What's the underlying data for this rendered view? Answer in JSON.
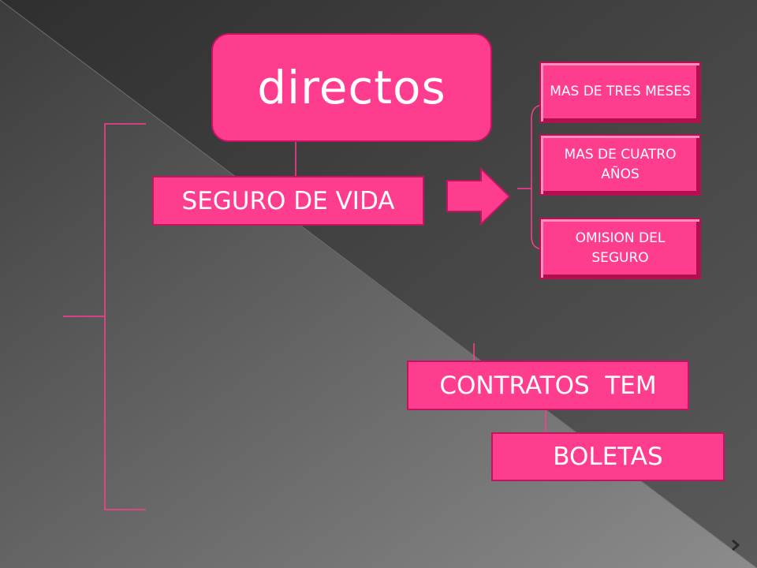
{
  "diagram": {
    "title": "directos",
    "main_node": "SEGURO DE VIDA",
    "sub_nodes": [
      "MAS DE TRES MESES",
      "MAS DE CUATRO AÑOS",
      "OMISION DEL SEGURO"
    ],
    "contratos": "CONTRATOS  TEM",
    "boletas": "BOLETAS"
  },
  "colors": {
    "box_fill": "#ff3d8f",
    "box_border": "#c4145f",
    "connector": "#ff3d8f",
    "background_dark": "#3a3a3a",
    "background_light": "#8a8a8a"
  }
}
